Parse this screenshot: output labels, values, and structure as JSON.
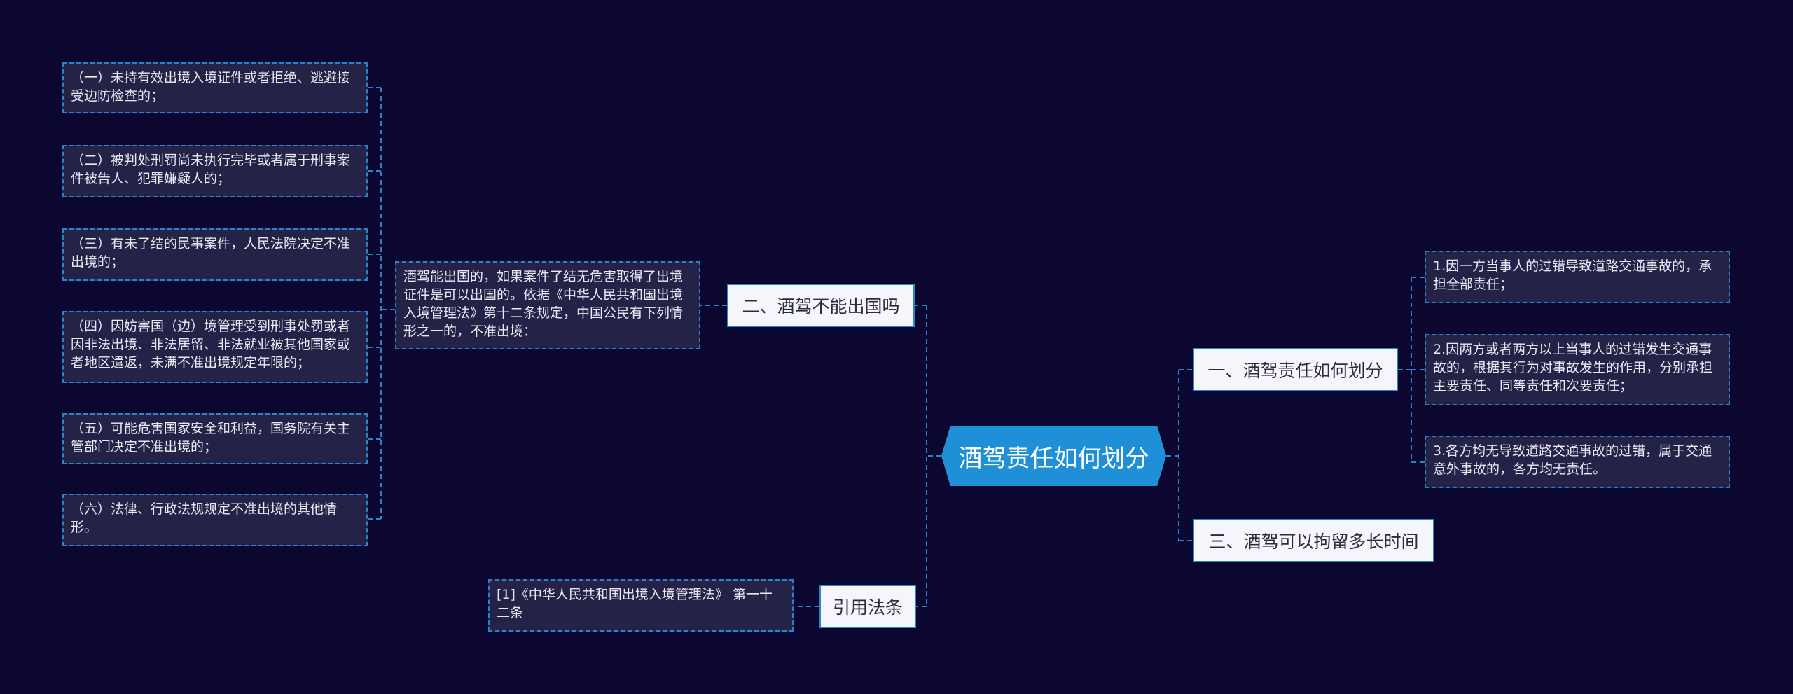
{
  "root": {
    "label": "酒驾责任如何划分"
  },
  "branches": {
    "no_exit": {
      "label": "二、酒驾不能出国吗"
    },
    "liability": {
      "label": "一、酒驾责任如何划分"
    },
    "detention": {
      "label": "三、酒驾可以拘留多长时间"
    },
    "citation": {
      "label": "引用法条"
    }
  },
  "no_exit_detail": "酒驾能出国的，如果案件了结无危害取得了出境证件是可以出国的。依据《中华人民共和国出境入境管理法》第十二条规定，中国公民有下列情形之一的，不准出境：",
  "exit_conditions": [
    "（一）未持有效出境入境证件或者拒绝、逃避接受边防检查的；",
    "（二）被判处刑罚尚未执行完毕或者属于刑事案件被告人、犯罪嫌疑人的；",
    "（三）有未了结的民事案件，人民法院决定不准出境的；",
    "（四）因妨害国（边）境管理受到刑事处罚或者因非法出境、非法居留、非法就业被其他国家或者地区遣返，未满不准出境规定年限的；",
    "（五）可能危害国家安全和利益，国务院有关主管部门决定不准出境的；",
    "（六）法律、行政法规规定不准出境的其他情形。"
  ],
  "liability_items": [
    "1.因一方当事人的过错导致道路交通事故的，承担全部责任；",
    "2.因两方或者两方以上当事人的过错发生交通事故的，根据其行为对事故发生的作用，分别承担主要责任、同等责任和次要责任；",
    "3.各方均无导致道路交通事故的过错，属于交通意外事故的，各方均无责任。"
  ],
  "citation_item": "[1]《中华人民共和国出境入境管理法》 第一十二条",
  "colors": {
    "background": "#0b0731",
    "accent": "#2b83c9",
    "root": "#1f8fd7"
  }
}
